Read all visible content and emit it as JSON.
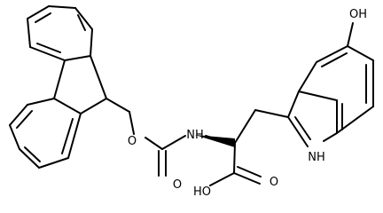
{
  "molecule": {
    "atom_labels": {
      "fmoc_oxygen": "O",
      "carbamate_nh": "NH",
      "carbonyl_oxygen": "O",
      "hydroxyl": "OH",
      "indole_nh": "NH",
      "acid": "HO",
      "acid_carbonyl_oxygen": "O"
    },
    "colors": {
      "bond": "#000000",
      "label": "#000000",
      "background": "#ffffff"
    }
  }
}
